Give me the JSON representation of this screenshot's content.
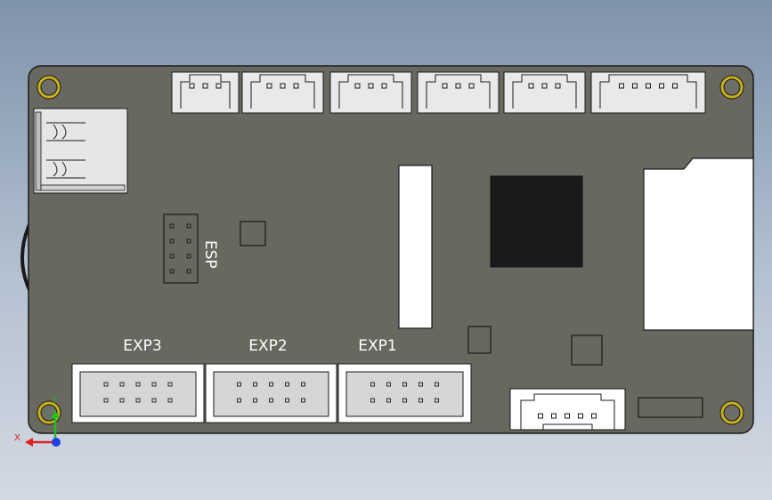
{
  "board": {
    "color": "#686860",
    "labels": {
      "esp": "ESP",
      "exp3": "EXP3",
      "exp2": "EXP2",
      "exp1": "EXP1"
    }
  },
  "triad": {
    "x_label": "X",
    "y_label": "Y",
    "x_color": "#e02020",
    "y_color": "#20c020",
    "z_color": "#2040e0"
  },
  "top_connector_pins": [
    3,
    3,
    3,
    3,
    3,
    5
  ],
  "bottom_connector_pins": 5,
  "box_header_pins": 10,
  "esp_header_pins": 8
}
